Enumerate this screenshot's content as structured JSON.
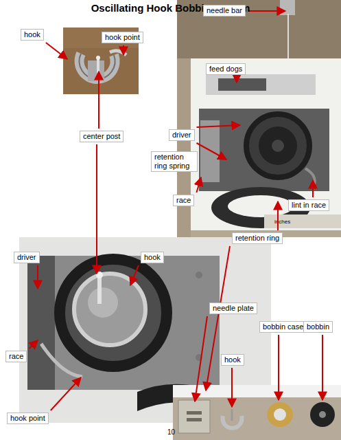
{
  "diagram": {
    "title": "Oscillating Hook Bobbin System",
    "labels": [
      "hook",
      "hook point",
      "center post",
      "needle bar",
      "feed dogs",
      "driver",
      "retention ring spring",
      "race",
      "lint in race",
      "retention ring",
      "driver",
      "hook",
      "race",
      "hook point",
      "needle plate",
      "hook",
      "bobbin case",
      "bobbin",
      "inches",
      "10"
    ]
  }
}
